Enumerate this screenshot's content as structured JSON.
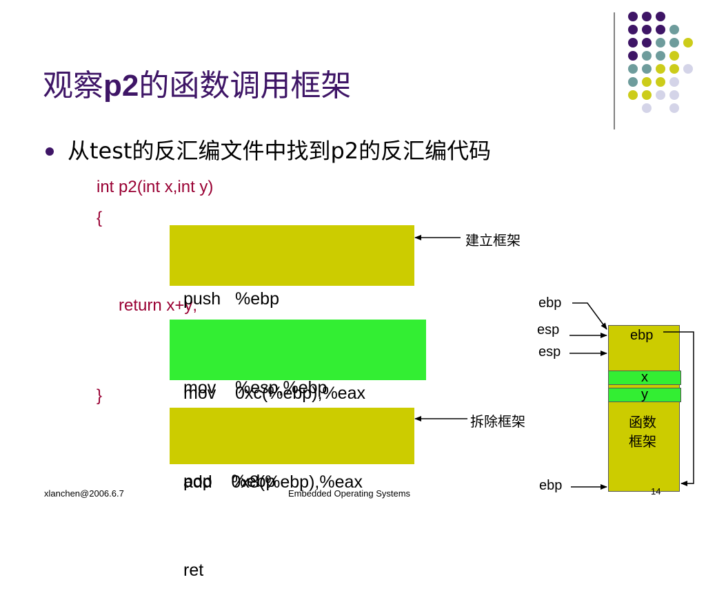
{
  "slide": {
    "title_cjk_1": "观察",
    "title_bold": "p2",
    "title_cjk_2": "的函数调用框架",
    "bullet": "从test的反汇编文件中找到p2的反汇编代码",
    "code": {
      "signature": "int p2(int x,int y)",
      "open_brace": "{",
      "return_stmt": "return x+y;",
      "close_brace": "}"
    },
    "asm_prologue": [
      "push   %ebp",
      "mov    %esp,%ebp"
    ],
    "asm_body": [
      "mov    0xc(%ebp),%eax",
      "add    0x8(%ebp),%eax"
    ],
    "asm_epilogue": [
      "pop    %ebp",
      "ret"
    ],
    "annotations": {
      "build_frame": "建立框架",
      "remove_frame": "拆除框架"
    },
    "stack_diagram": {
      "label_ebp_top": "ebp",
      "label_esp_1": "esp",
      "label_esp_2": "esp",
      "label_ebp_bottom": "ebp",
      "cell_ebp": "ebp",
      "cell_x": "x",
      "cell_y": "y",
      "frame_label_line1": "函数",
      "frame_label_line2": "框架"
    },
    "footer": {
      "author": "xlanchen@2006.6.7",
      "course": "Embedded Operating Systems",
      "page": "14"
    },
    "colors": {
      "title": "#3e1566",
      "code_text": "#990033",
      "box_olive": "#cccc00",
      "box_green": "#33ee33",
      "dot_purple": "#3e1566",
      "dot_teal": "#6e9c9c",
      "dot_yellow": "#cccc1a",
      "dot_lavender": "#d4d4e8"
    }
  }
}
